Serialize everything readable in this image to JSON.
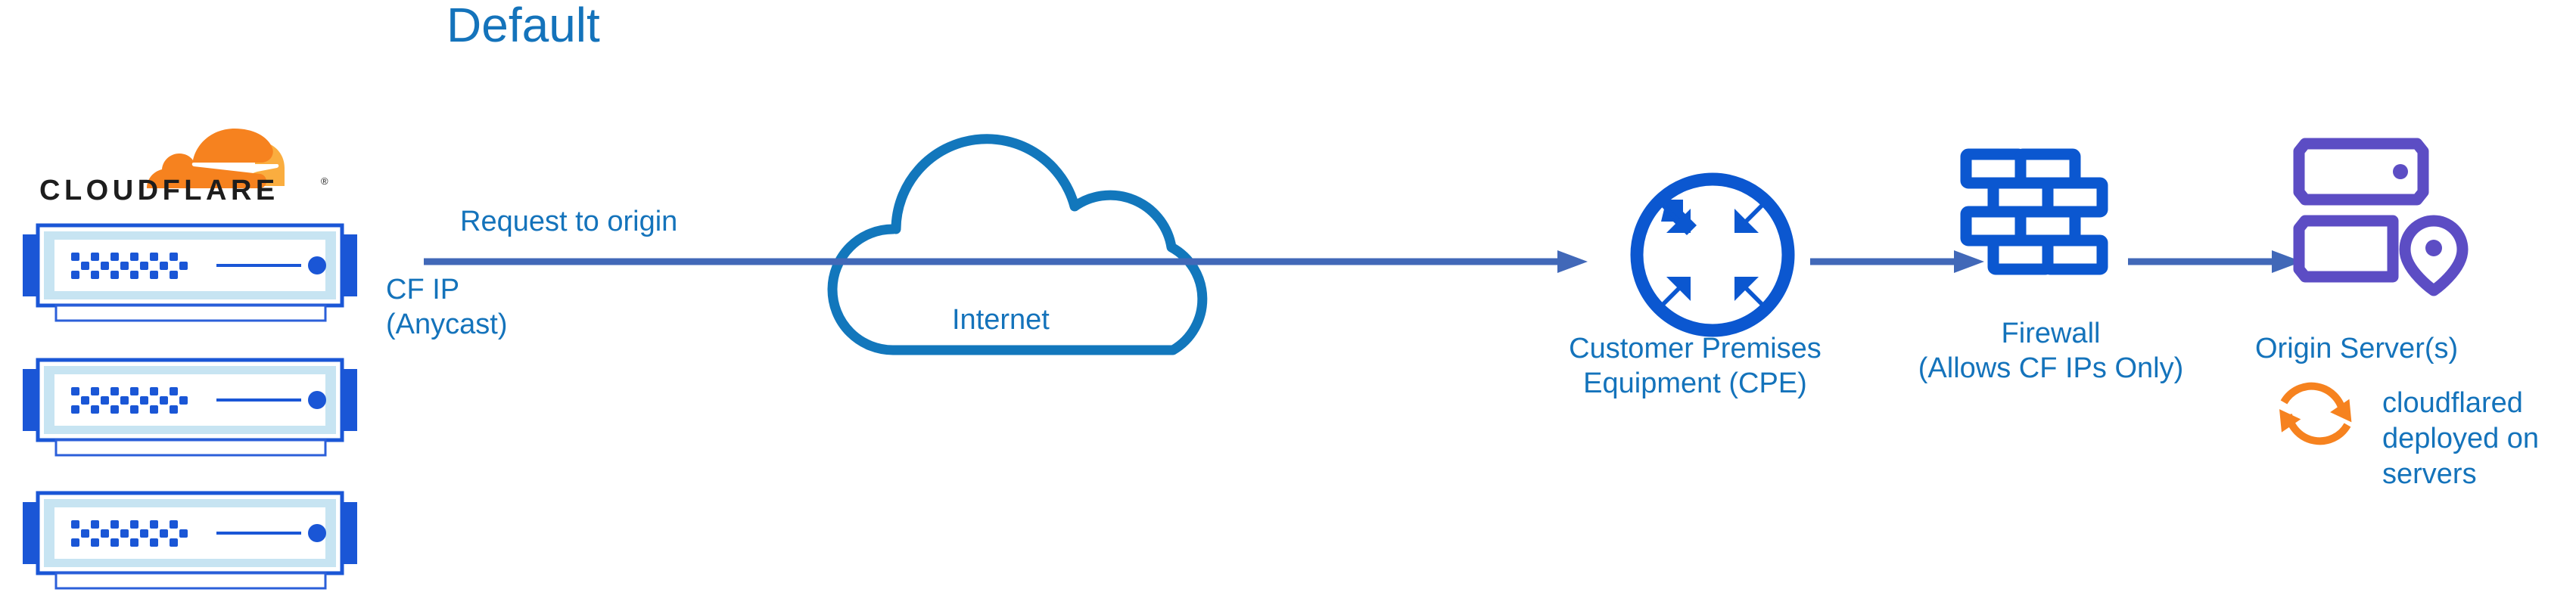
{
  "diagram": {
    "title": "Default",
    "type": "network-architecture-diagram"
  },
  "brand": {
    "name": "CLOUDFLARE",
    "logo_icon": "cloudflare-cloud-logo",
    "registered_mark": "®"
  },
  "colors": {
    "title_blue": "#1473bb",
    "label_blue": "#1473bb",
    "icon_blue": "#0b57d0",
    "cloud_blue": "#1277bc",
    "arrow_blue": "#4168b8",
    "server_border_blue": "#1a56d6",
    "server_inner_blue": "#c7e4f2",
    "server_dot_blue": "#1a56d6",
    "origin_purple": "#5c4dc4",
    "cloudflare_orange": "#f6821f",
    "cloudflare_orange_light": "#faad3f",
    "wordmark_black": "#1d1d1d",
    "background": "#ffffff"
  },
  "nodes": [
    {
      "id": "cloudflare-edge",
      "icon": "server-rack-stack",
      "count": 3,
      "label": "CF IP\n(Anycast)"
    },
    {
      "id": "internet",
      "icon": "cloud-outline-icon",
      "label": "Internet"
    },
    {
      "id": "cpe",
      "icon": "router-arrows-circle-icon",
      "label": "Customer Premises\nEquipment (CPE)"
    },
    {
      "id": "firewall",
      "icon": "brick-wall-icon",
      "label": "Firewall\n(Allows CF IPs Only)"
    },
    {
      "id": "origin",
      "icon": "server-location-pin-icon",
      "label": "Origin Server(s)",
      "annotation": "cloudflared\ndeployed on\nservers",
      "annotation_icon": "sync-arrows-icon"
    }
  ],
  "connectors": [
    {
      "id": "edge-to-cpe",
      "label": "Request to origin",
      "from": "cloudflare-edge",
      "to": "cpe",
      "style": "solid-arrow"
    },
    {
      "id": "cpe-to-firewall",
      "label": "",
      "from": "cpe",
      "to": "firewall",
      "style": "solid-arrow"
    },
    {
      "id": "firewall-to-origin",
      "label": "",
      "from": "firewall",
      "to": "origin",
      "style": "solid-arrow"
    }
  ],
  "labels": {
    "title": "Default",
    "request_to_origin": "Request to origin",
    "cf_ip": "CF IP\n(Anycast)",
    "internet": "Internet",
    "cpe": "Customer Premises\nEquipment (CPE)",
    "firewall": "Firewall\n(Allows CF IPs Only)",
    "origin_server": "Origin Server(s)",
    "cloudflared": "cloudflared\ndeployed on\nservers"
  }
}
